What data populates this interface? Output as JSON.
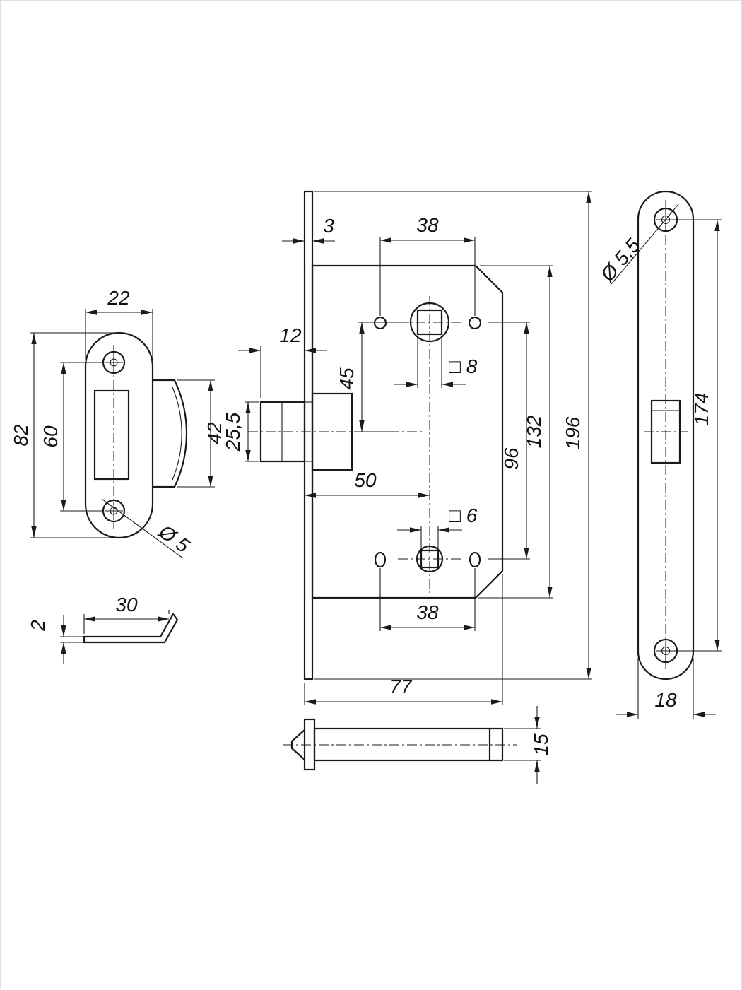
{
  "drawing": {
    "background": "#ffffff",
    "line_color": "#1b1b1b"
  },
  "views": {
    "strike_plate": {
      "width": "22",
      "height": "82",
      "screw_spacing": "60",
      "tab_height": "42",
      "hole_dia": "Ø 5"
    },
    "dust_cover": {
      "width": "30",
      "thickness": "2"
    },
    "lock_body": {
      "faceplate_thickness": "3",
      "top_holes_spacing": "38",
      "latch_projection": "12",
      "spindle_to_latch": "45",
      "latch_height": "25,5",
      "backset": "50",
      "handle_square": "□ 8",
      "wc_square": "□ 6",
      "squares_spacing": "96",
      "body_height": "132",
      "faceplate_height": "196",
      "bottom_holes_spacing": "38",
      "body_width": "77",
      "latch_bar_height": "15"
    },
    "faceplate": {
      "hole_dia": "Ø 5,5",
      "screw_spacing": "174",
      "width": "18"
    }
  }
}
